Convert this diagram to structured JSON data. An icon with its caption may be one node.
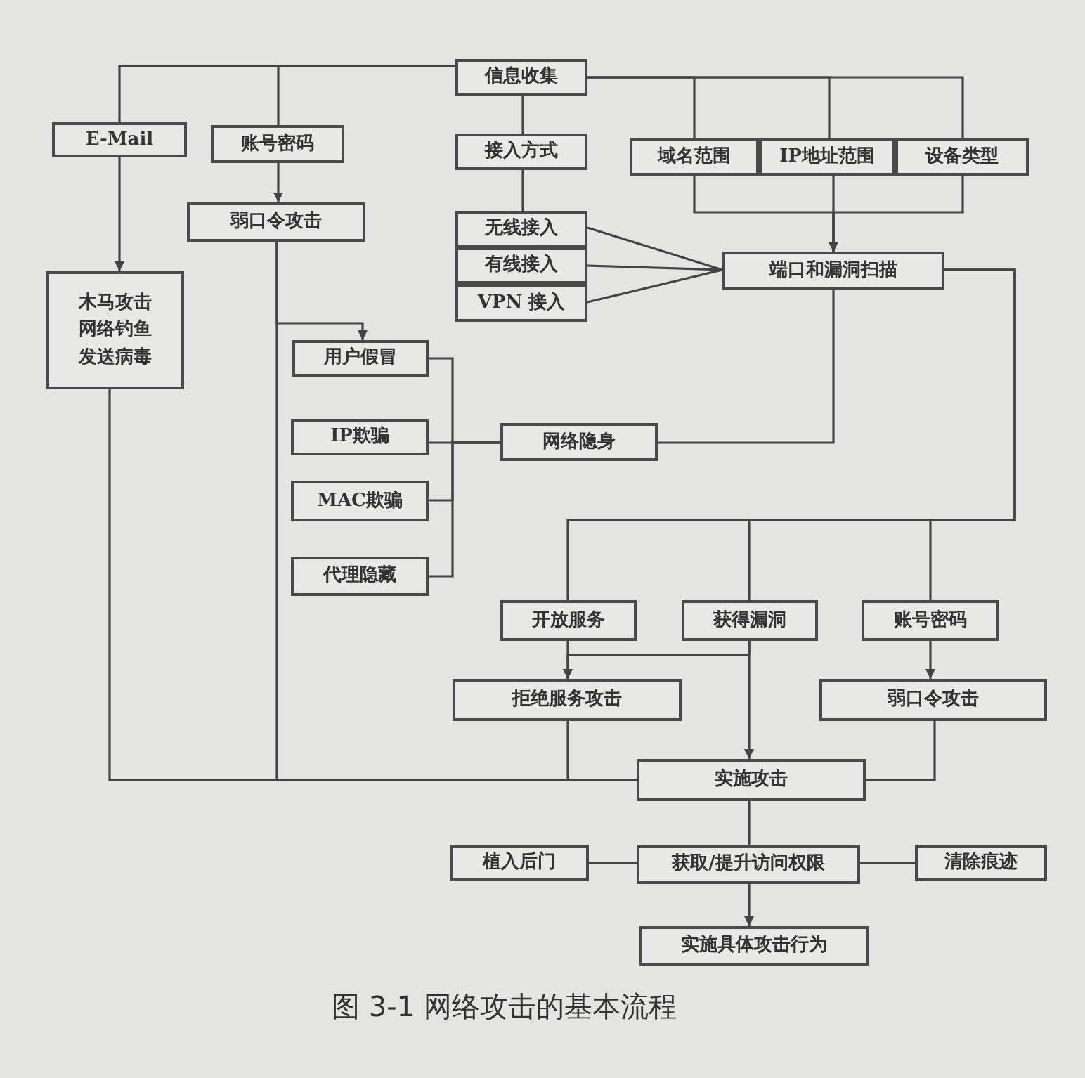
{
  "diagram": {
    "caption": "图 3-1 网络攻击的基本流程",
    "nodes": [
      {
        "text": [
          "信息收集"
        ]
      },
      {
        "text": [
          "E-Mail"
        ]
      },
      {
        "text": [
          "账号密码"
        ]
      },
      {
        "text": [
          "接入方式"
        ]
      },
      {
        "text": [
          "域名范围"
        ]
      },
      {
        "text": [
          "IP地址范围"
        ]
      },
      {
        "text": [
          "设备类型"
        ]
      },
      {
        "text": [
          "弱口令攻击"
        ]
      },
      {
        "text": [
          "无线接入"
        ]
      },
      {
        "text": [
          "有线接入"
        ]
      },
      {
        "text": [
          "VPN 接入"
        ]
      },
      {
        "text": [
          "端口和漏洞扫描"
        ]
      },
      {
        "text": [
          "木马攻击网络钓鱼发送病毒"
        ]
      },
      {
        "text": [
          "用户假冒"
        ]
      },
      {
        "text": [
          "IP欺骗"
        ]
      },
      {
        "text": [
          "MAC欺骗"
        ]
      },
      {
        "text": [
          "代理隐藏"
        ]
      },
      {
        "text": [
          "网络隐身"
        ]
      },
      {
        "text": [
          "开放服务"
        ]
      },
      {
        "text": [
          "获得漏洞"
        ]
      },
      {
        "text": [
          "账号密码"
        ]
      },
      {
        "text": [
          "拒绝服务攻击"
        ]
      },
      {
        "text": [
          "弱口令攻击"
        ]
      },
      {
        "text": [
          "实施攻击"
        ]
      },
      {
        "text": [
          "植入后门"
        ]
      },
      {
        "text": [
          "获取/提升访问权限"
        ]
      },
      {
        "text": [
          "清除痕迹"
        ]
      },
      {
        "text": [
          "实施具体攻击行为"
        ]
      }
    ],
    "edges": [
      {
        "from": 0,
        "to": 1,
        "arrow": "none"
      },
      {
        "from": 0,
        "to": 2,
        "arrow": "none"
      },
      {
        "from": 0,
        "to": 3,
        "arrow": "none"
      },
      {
        "from": 0,
        "to": 4,
        "arrow": "none"
      },
      {
        "from": 0,
        "to": 5,
        "arrow": "none"
      },
      {
        "from": 0,
        "to": 6,
        "arrow": "none"
      },
      {
        "from": 3,
        "to": 8,
        "arrow": "none"
      },
      {
        "from": 2,
        "to": 7,
        "arrow": "to"
      },
      {
        "from": 1,
        "to": 12,
        "arrow": "to"
      },
      {
        "from": 7,
        "to": 13,
        "arrow": "to"
      },
      {
        "from": 8,
        "to": 11,
        "arrow": "none"
      },
      {
        "from": 9,
        "to": 11,
        "arrow": "none"
      },
      {
        "from": 10,
        "to": 11,
        "arrow": "none"
      },
      {
        "from": 4,
        "to": 11,
        "arrow": "to"
      },
      {
        "from": 5,
        "to": 11,
        "arrow": "to"
      },
      {
        "from": 6,
        "to": 11,
        "arrow": "to"
      },
      {
        "from": 11,
        "to": 17,
        "arrow": "none"
      },
      {
        "from": 13,
        "to": 17,
        "arrow": "none"
      },
      {
        "from": 14,
        "to": 17,
        "arrow": "none"
      },
      {
        "from": 15,
        "to": 17,
        "arrow": "none"
      },
      {
        "from": 16,
        "to": 17,
        "arrow": "none"
      },
      {
        "from": 11,
        "to": 18,
        "arrow": "none"
      },
      {
        "from": 11,
        "to": 19,
        "arrow": "none"
      },
      {
        "from": 11,
        "to": 20,
        "arrow": "none"
      },
      {
        "from": 18,
        "to": 21,
        "arrow": "to"
      },
      {
        "from": 19,
        "to": 21,
        "arrow": "to"
      },
      {
        "from": 19,
        "to": 23,
        "arrow": "to"
      },
      {
        "from": 20,
        "to": 22,
        "arrow": "to"
      },
      {
        "from": 22,
        "to": 23,
        "arrow": "none"
      },
      {
        "from": 21,
        "to": 23,
        "arrow": "none"
      },
      {
        "from": 12,
        "to": 23,
        "arrow": "none"
      },
      {
        "from": 7,
        "to": 23,
        "arrow": "none"
      },
      {
        "from": 23,
        "to": 25,
        "arrow": "none"
      },
      {
        "from": 25,
        "to": 24,
        "arrow": "none"
      },
      {
        "from": 25,
        "to": 26,
        "arrow": "none"
      },
      {
        "from": 25,
        "to": 27,
        "arrow": "to"
      }
    ]
  }
}
